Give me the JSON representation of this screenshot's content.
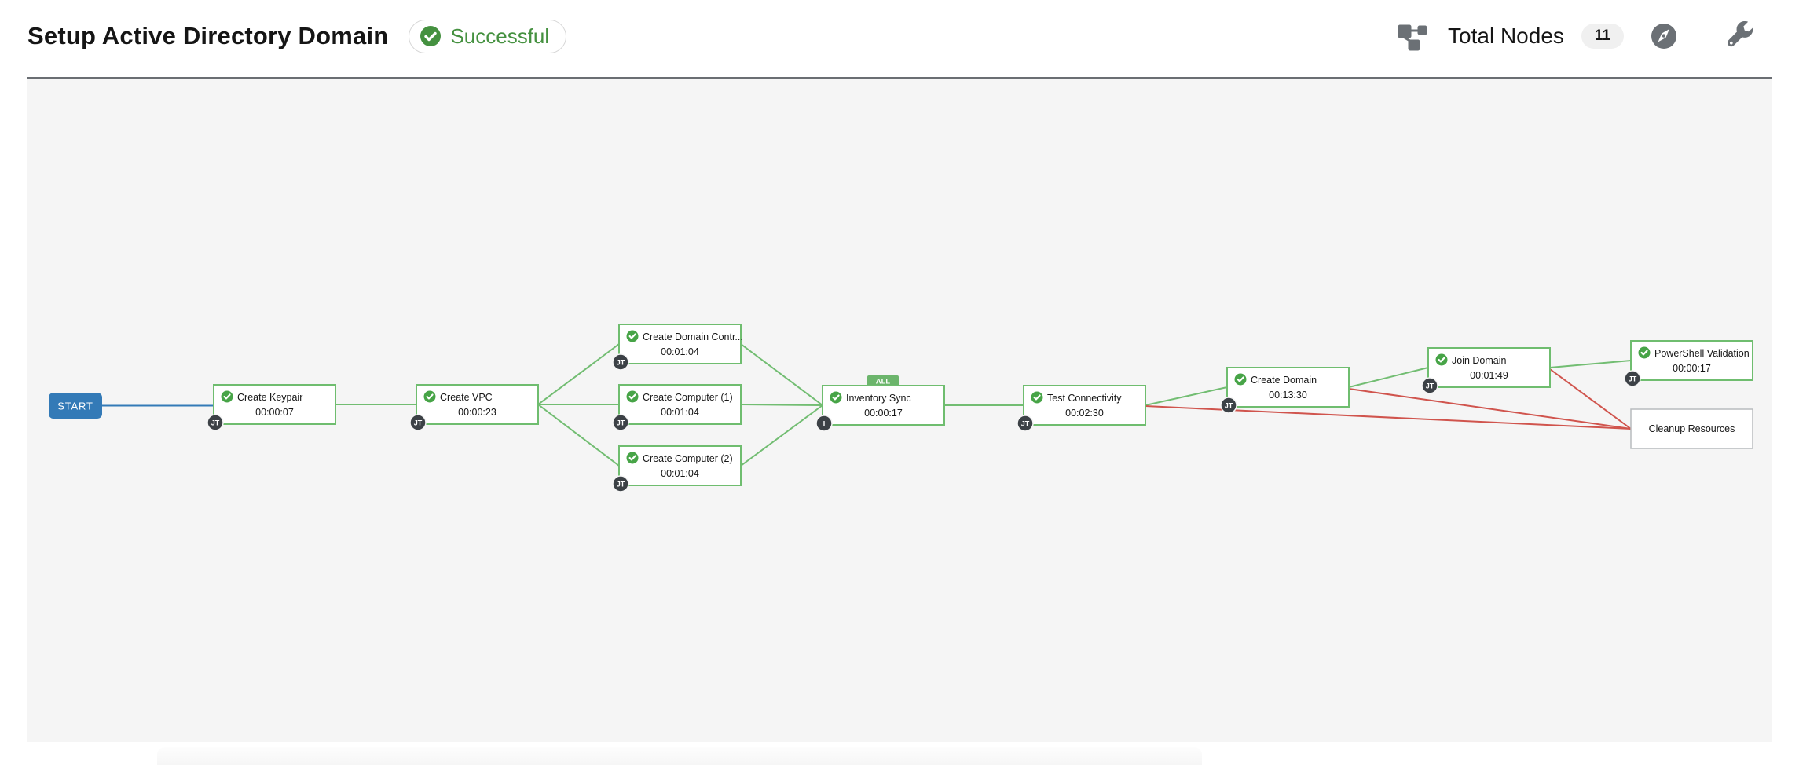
{
  "header": {
    "title": "Setup Active Directory Domain",
    "status_label": "Successful",
    "total_nodes_label": "Total Nodes",
    "total_nodes_count": "11"
  },
  "icons": {
    "status_icon": "check-circle-icon",
    "left_of_total_nodes": "topology-icon",
    "legend_button": "compass-icon",
    "tools_button": "wrench-icon",
    "node_status_icon": "check-circle-icon"
  },
  "workflow": {
    "start_label": "START",
    "all_badge_label": "ALL",
    "nodes": [
      {
        "label": "Create Keypair",
        "elapsed": "00:00:07",
        "badge": "JT"
      },
      {
        "label": "Create VPC",
        "elapsed": "00:00:23",
        "badge": "JT"
      },
      {
        "label": "Create Domain Contr...",
        "elapsed": "00:01:04",
        "badge": "JT"
      },
      {
        "label": "Create Computer (1)",
        "elapsed": "00:01:04",
        "badge": "JT"
      },
      {
        "label": "Create Computer (2)",
        "elapsed": "00:01:04",
        "badge": "JT"
      },
      {
        "label": "Inventory Sync",
        "elapsed": "00:00:17",
        "badge": "I"
      },
      {
        "label": "Test Connectivity",
        "elapsed": "00:02:30",
        "badge": "JT"
      },
      {
        "label": "Create Domain",
        "elapsed": "00:13:30",
        "badge": "JT"
      },
      {
        "label": "Join Domain",
        "elapsed": "00:01:49",
        "badge": "JT"
      },
      {
        "label": "PowerShell Validation",
        "elapsed": "00:00:17",
        "badge": "JT"
      },
      {
        "label": "Cleanup Resources"
      }
    ]
  },
  "colors": {
    "success_text_green": "#459140",
    "node_check_green": "#47a447",
    "link_green": "#72bd72",
    "link_red": "#d0544d",
    "link_blue": "#337ab7",
    "start_blue": "#337ab7",
    "node_border_green": "#6fbd6f",
    "node_border_gray": "#b8bbbe",
    "jt_badge_dark": "#3c4146",
    "header_icon_gray": "#6b7075",
    "canvas_background": "#f5f5f5",
    "divider_gray": "#6a6e73"
  }
}
